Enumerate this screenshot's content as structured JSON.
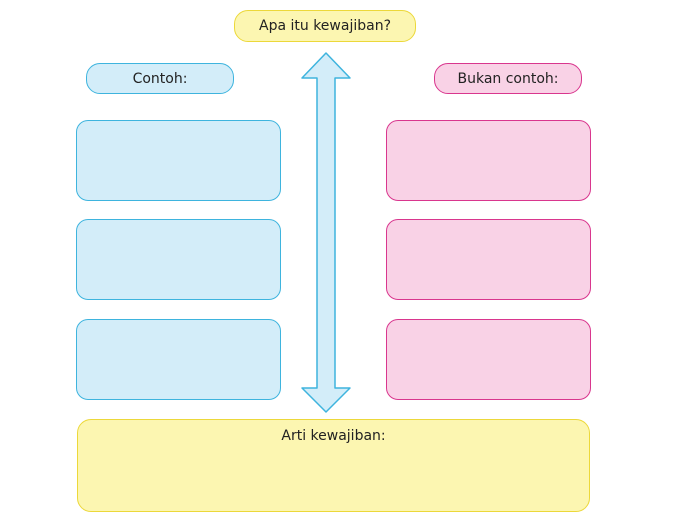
{
  "title": "Apa itu kewajiban?",
  "contoh_label": "Contoh:",
  "bukan_contoh_label": "Bukan contoh:",
  "arti_label": "Arti kewajiban:",
  "colors": {
    "yellow_fill": "#fcf6b1",
    "yellow_border": "#ecd83a",
    "blue_fill": "#d3edf9",
    "blue_border": "#3eb4de",
    "pink_fill": "#f9d2e6",
    "pink_border": "#d9368e"
  },
  "arrow_icon": "double-headed-vertical-arrow-icon"
}
